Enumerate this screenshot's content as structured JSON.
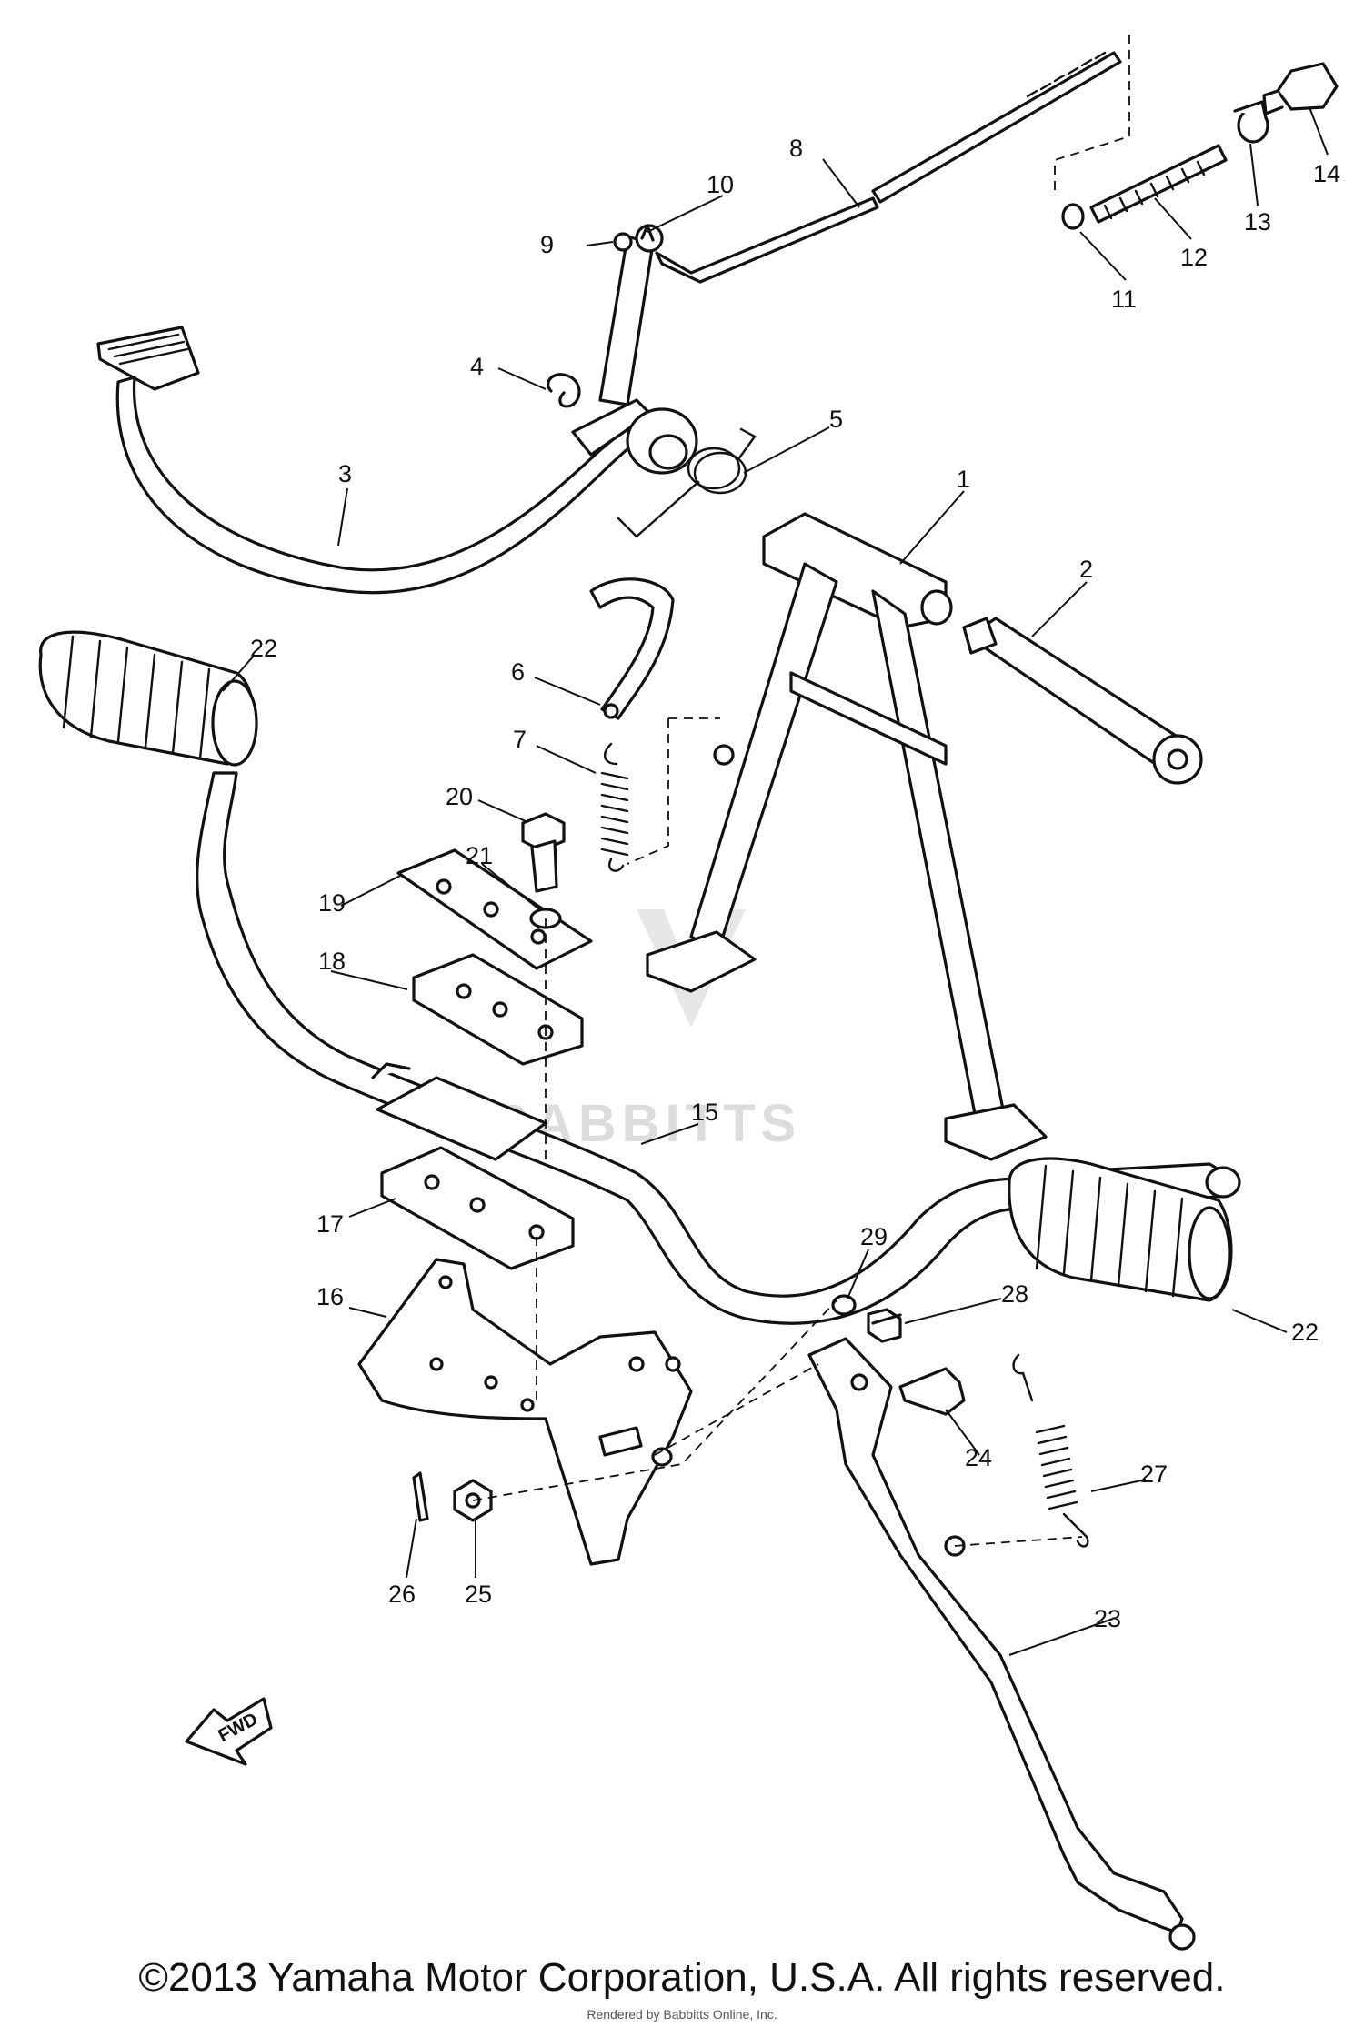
{
  "copyright": "©2013 Yamaha Motor Corporation, U.S.A. All rights reserved.",
  "footer_note": "Rendered by Babbitts Online, Inc.",
  "watermark": "BABBITTS",
  "fwd_label": "FWD",
  "callouts": {
    "p1": "1",
    "p2": "2",
    "p3": "3",
    "p4": "4",
    "p5": "5",
    "p6": "6",
    "p7": "7",
    "p8": "8",
    "p9": "9",
    "p10": "10",
    "p11": "11",
    "p12": "12",
    "p13": "13",
    "p14": "14",
    "p15": "15",
    "p16": "16",
    "p17": "17",
    "p18": "18",
    "p19": "19",
    "p20": "20",
    "p21": "21",
    "p22a": "22",
    "p22b": "22",
    "p23": "23",
    "p24": "24",
    "p25": "25",
    "p26": "26",
    "p27": "27",
    "p28": "28",
    "p29": "29"
  }
}
